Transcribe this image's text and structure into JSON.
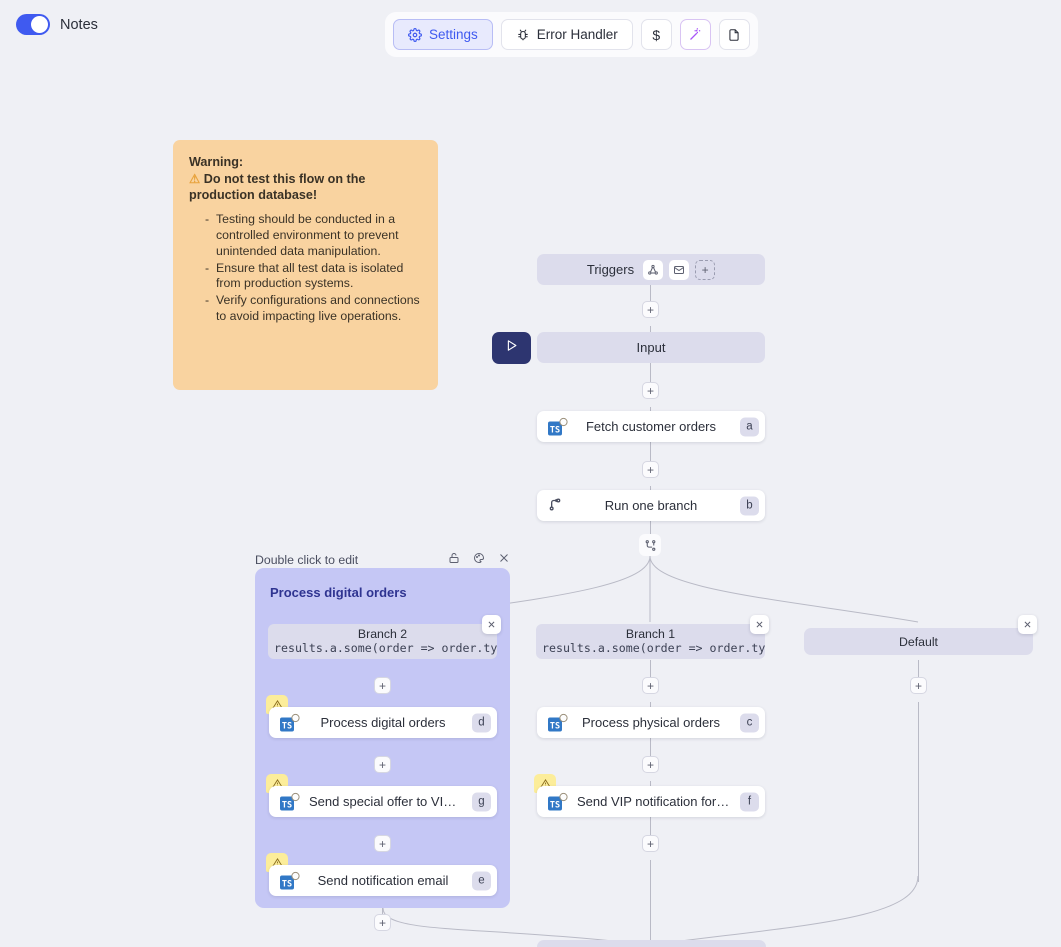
{
  "topbar": {
    "notes_label": "Notes",
    "notes_toggle_on": true,
    "buttons": [
      {
        "label": "Settings",
        "icon": "gear-icon",
        "active": true
      },
      {
        "label": "Error Handler",
        "icon": "bug-icon",
        "active": false
      },
      {
        "label": "$",
        "icon": "dollar-icon",
        "active": false
      },
      {
        "label": "",
        "icon": "magic-wand-icon",
        "active": false
      },
      {
        "label": "",
        "icon": "document-icon",
        "active": false
      }
    ]
  },
  "note": {
    "heading": "Warning:",
    "subheading": "Do not test this flow on the production database!",
    "warn_emoji": "⚠",
    "bullets": [
      "Testing should be conducted in a controlled environment to prevent unintended data manipulation.",
      "Ensure that all test data is isolated from production systems.",
      "Verify configurations and connections to avoid impacting live operations."
    ],
    "bg_color": "#f9d3a0"
  },
  "canvas": {
    "triggers": {
      "label": "Triggers",
      "chips": [
        "webhook-icon",
        "mail-icon"
      ],
      "add_label": "+"
    },
    "input": {
      "label": "Input"
    },
    "run_button_icon": "play-icon",
    "nodes": [
      {
        "id": "fetch",
        "label": "Fetch customer orders",
        "badge": "a",
        "icon": "typescript-icon",
        "warning": false
      },
      {
        "id": "runbranch",
        "label": "Run one branch",
        "badge": "b",
        "icon": "branch-node-icon",
        "warning": false
      },
      {
        "id": "physical",
        "label": "Process physical orders",
        "badge": "c",
        "icon": "typescript-icon",
        "warning": false
      },
      {
        "id": "vipphysical",
        "label": "Send VIP notification for physical...",
        "badge": "f",
        "icon": "typescript-icon",
        "warning": true
      },
      {
        "id": "digital",
        "label": "Process digital orders",
        "badge": "d",
        "icon": "typescript-icon",
        "warning": true
      },
      {
        "id": "vipdigital",
        "label": "Send special offer to VIP digital c...",
        "badge": "g",
        "icon": "typescript-icon",
        "warning": true
      },
      {
        "id": "notify",
        "label": "Send notification email",
        "badge": "e",
        "icon": "typescript-icon",
        "warning": true
      }
    ],
    "branches": [
      {
        "id": "branch2",
        "title": "Branch 2",
        "condition": "results.a.some(order => order.type"
      },
      {
        "id": "branch1",
        "title": "Branch 1",
        "condition": "results.a.some(order => order.type"
      },
      {
        "id": "default",
        "title": "Default",
        "condition": ""
      }
    ],
    "group": {
      "hint": "Double click to edit",
      "title": "Process digital orders",
      "actions": [
        "lock-icon",
        "palette-icon",
        "close-icon"
      ],
      "bg_color": "#c5c7f5"
    },
    "plus_label": "+",
    "close_label": "×",
    "colors": {
      "canvas_bg": "#eff0f5",
      "node_lavender": "#dcdcec",
      "accent_blue": "#3f5af0",
      "edge": "#b9bac6",
      "warning_yellow": "#fced9a",
      "play_navy": "#2d3570"
    }
  }
}
